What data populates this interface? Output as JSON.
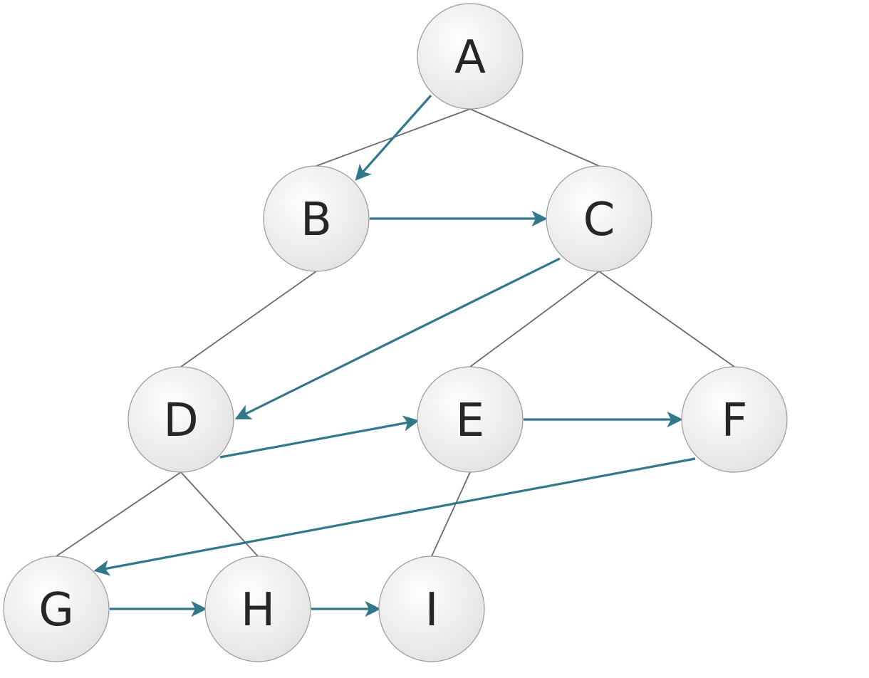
{
  "nodes": [
    {
      "id": "A",
      "label": "A"
    },
    {
      "id": "B",
      "label": "B"
    },
    {
      "id": "C",
      "label": "C"
    },
    {
      "id": "D",
      "label": "D"
    },
    {
      "id": "E",
      "label": "E"
    },
    {
      "id": "F",
      "label": "F"
    },
    {
      "id": "G",
      "label": "G"
    },
    {
      "id": "H",
      "label": "H"
    },
    {
      "id": "I",
      "label": "I"
    }
  ],
  "tree_edges": [
    [
      "A",
      "B"
    ],
    [
      "A",
      "C"
    ],
    [
      "B",
      "D"
    ],
    [
      "C",
      "E"
    ],
    [
      "C",
      "F"
    ],
    [
      "D",
      "G"
    ],
    [
      "D",
      "H"
    ],
    [
      "E",
      "I"
    ]
  ],
  "traversal_arrows": [
    [
      "A",
      "B"
    ],
    [
      "B",
      "C"
    ],
    [
      "C",
      "D"
    ],
    [
      "D",
      "E"
    ],
    [
      "E",
      "F"
    ],
    [
      "F",
      "G"
    ],
    [
      "G",
      "H"
    ],
    [
      "H",
      "I"
    ]
  ],
  "colors": {
    "tree_edge": "#6b6b6b",
    "arrow": "#31788a",
    "node_fill_top": "#ffffff",
    "node_fill_bottom": "#e4e4e4",
    "node_stroke": "#9a9a9a",
    "label": "#262626"
  }
}
